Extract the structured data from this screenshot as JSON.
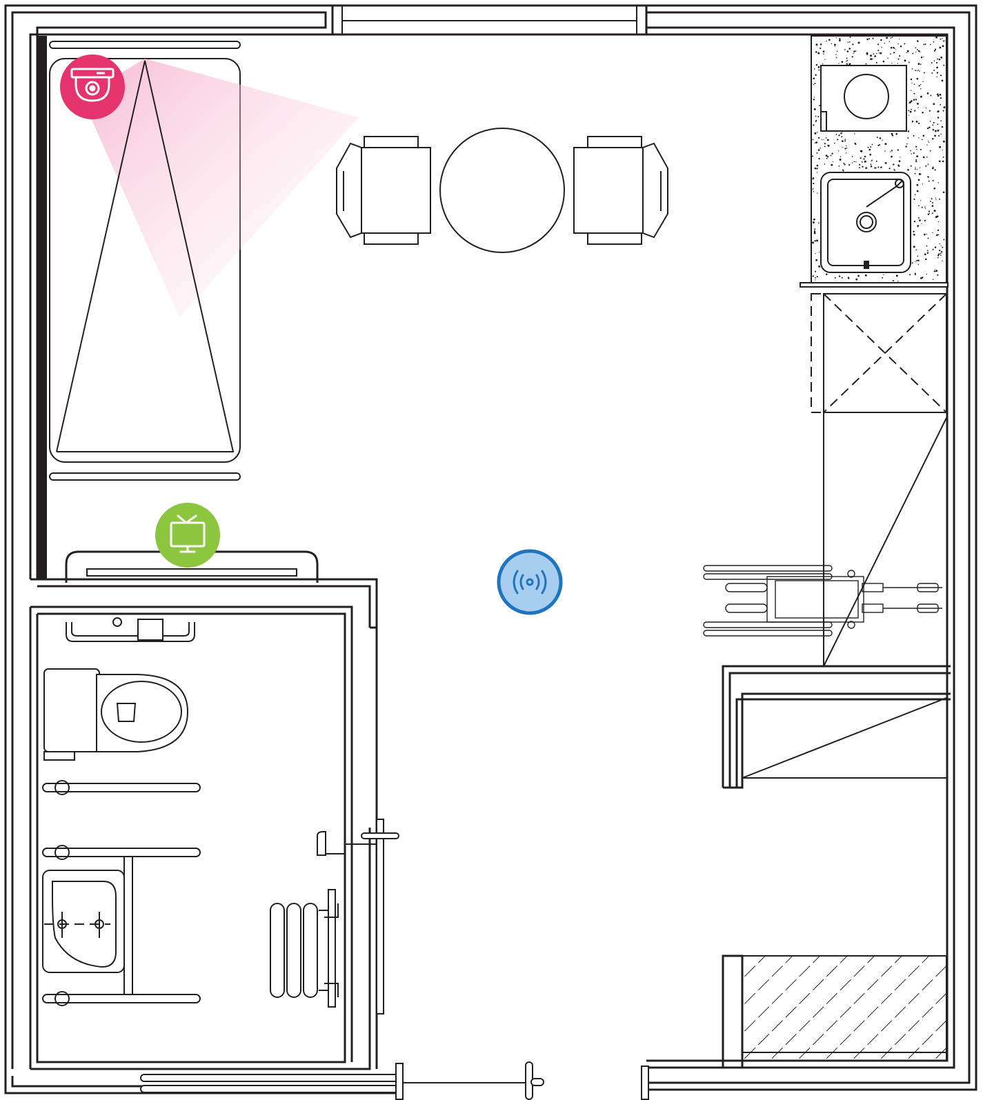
{
  "colors": {
    "line": "#231f20",
    "camera": "#e5336e",
    "camera_cone": "#f7c9da",
    "tv": "#8cc63f",
    "tv_icon": "#ffffff",
    "sensor_ring": "#1f74bf",
    "sensor_fill": "#a7cdf0",
    "granite_dots": "#231f20"
  },
  "sensors": [
    {
      "id": "camera",
      "icon": "security-camera-icon",
      "color": "#e5336e"
    },
    {
      "id": "tv",
      "icon": "tv-monitor-icon",
      "color": "#8cc63f"
    },
    {
      "id": "presence",
      "icon": "wireless-signal-icon",
      "color": "#1f74bf"
    }
  ]
}
